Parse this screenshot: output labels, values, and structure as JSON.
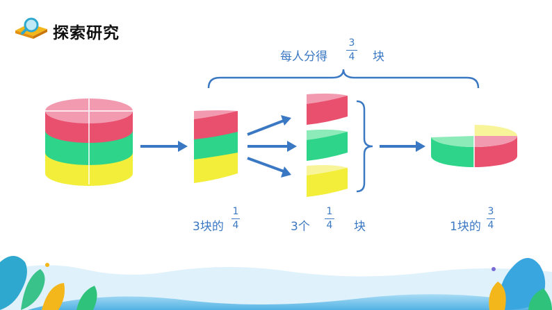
{
  "title": "探索研究",
  "banner": {
    "prefix": "每人分得",
    "numerator": "3",
    "denominator": "4",
    "suffix": "块"
  },
  "label_left": {
    "prefix": "3块的",
    "numerator": "1",
    "denominator": "4"
  },
  "label_middle": {
    "prefix": "3个",
    "numerator": "1",
    "denominator": "4",
    "suffix": "块"
  },
  "label_right": {
    "prefix": "1块的",
    "numerator": "3",
    "denominator": "4"
  },
  "colors": {
    "red": "#e8506e",
    "green": "#2ed48a",
    "yellow": "#f2ee3a",
    "arrow": "#3a78c3",
    "brace": "#3a78c3"
  }
}
